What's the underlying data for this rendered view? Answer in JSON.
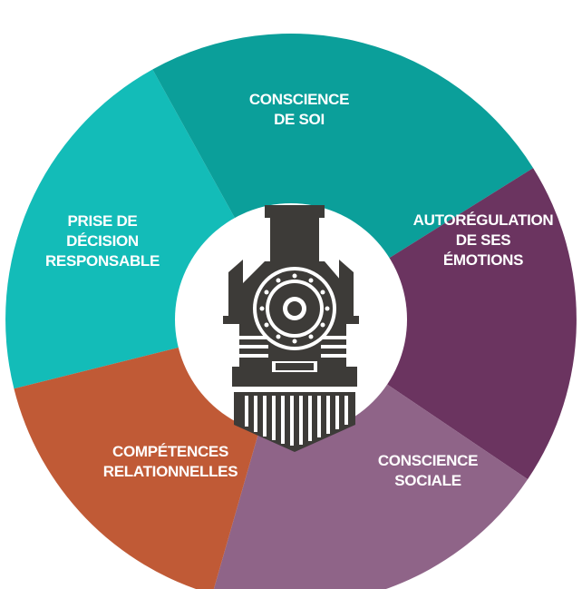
{
  "segments": [
    {
      "id": "conscience-de-soi",
      "lines": [
        "CONSCIENCE",
        "DE SOI"
      ],
      "color": "#13bcb8"
    },
    {
      "id": "autoregulation",
      "lines": [
        "AUTORÉGULATION",
        "DE SES",
        "ÉMOTIONS"
      ],
      "color": "#0b9f9a"
    },
    {
      "id": "conscience-sociale",
      "lines": [
        "CONSCIENCE",
        "SOCIALE"
      ],
      "color": "#6b3460"
    },
    {
      "id": "competences-relationnelles",
      "lines": [
        "COMPÉTENCES",
        "RELATIONNELLES"
      ],
      "color": "#8f6488"
    },
    {
      "id": "prise-de-decision",
      "lines": [
        "PRISE DE",
        "DÉCISION",
        "RESPONSABLE"
      ],
      "color": "#c05a36"
    }
  ],
  "center_icon": "steam-locomotive-icon",
  "colors": {
    "hub": "#ffffff",
    "icon": "#3d3b38"
  }
}
